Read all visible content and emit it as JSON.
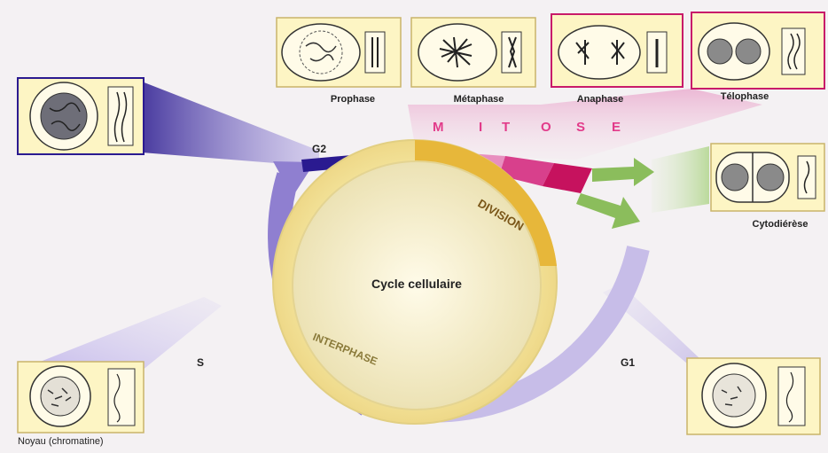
{
  "diagram": {
    "center_label": "Cycle cellulaire",
    "division_label": "DIVISION",
    "interphase_label": "INTERPHASE",
    "mitose_letters": [
      "M",
      "I",
      "T",
      "O",
      "S",
      "E"
    ],
    "phases": {
      "g2": "G2",
      "s": "S",
      "g1": "G1"
    },
    "mitosis_stages": [
      "Prophase",
      "Métaphase",
      "Anaphase",
      "Télophase"
    ],
    "cytodierese_label": "Cytodiérèse",
    "noyau_label": "Noyau (chromatine)"
  },
  "colors": {
    "s_phase": "#8f7fd0",
    "g1_phase": "#c7bde8",
    "g2_phase": "#2a1a90",
    "cytokinesis": "#8bbd5c",
    "division_band": "#e7b73a",
    "interphase_disc": "#f6e9a0"
  }
}
